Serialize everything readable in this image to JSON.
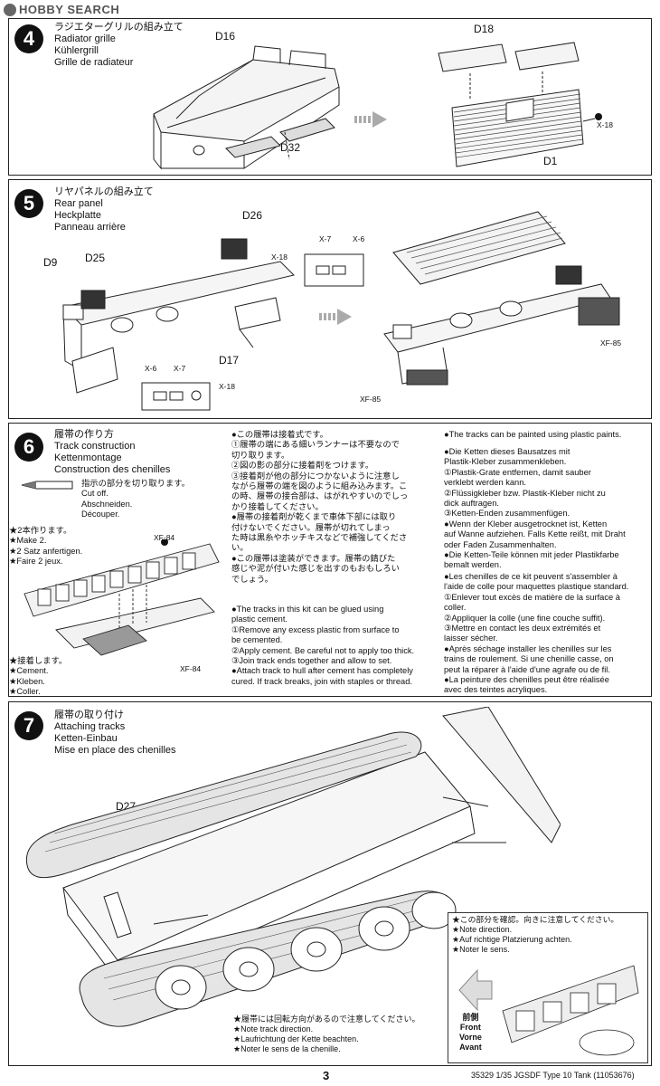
{
  "watermark": "HOBBY SEARCH",
  "step4": {
    "number": "4",
    "title_ja": "ラジエターグリルの組み立て",
    "title_en": "Radiator grille",
    "title_de": "Kühlergrill",
    "title_fr": "Grille de radiateur",
    "parts": {
      "d16": "D16",
      "d32": "D32",
      "d18": "D18",
      "d1": "D1",
      "x18": "X-18"
    }
  },
  "step5": {
    "number": "5",
    "title_ja": "リヤパネルの組み立て",
    "title_en": "Rear panel",
    "title_de": "Heckplatte",
    "title_fr": "Panneau arrière",
    "parts": {
      "d26": "D26",
      "d9": "D9",
      "d25": "D25",
      "d17": "D17",
      "x7a": "X-7",
      "x6a": "X-6",
      "x18a": "X-18",
      "x6b": "X-6",
      "x7b": "X-7",
      "x18b": "X-18",
      "xf85a": "XF-85",
      "xf85b": "XF-85"
    }
  },
  "step6": {
    "number": "6",
    "title_ja": "履帯の作り方",
    "title_en": "Track construction",
    "title_de": "Kettenmontage",
    "title_fr": "Construction des chenilles",
    "cut_ja": "指示の部分を切り取ります。",
    "cut_en": "Cut off.",
    "cut_de": "Abschneiden.",
    "cut_fr": "Découper.",
    "make_ja": "★2本作ります。",
    "make_en": "★Make 2.",
    "make_de": "★2 Satz anfertigen.",
    "make_fr": "★Faire 2 jeux.",
    "cement_ja": "★接着します。",
    "cement_en": "★Cement.",
    "cement_de": "★Kleben.",
    "cement_fr": "★Coller.",
    "xf84a": "XF-84",
    "xf84b": "XF-84",
    "col_ja": [
      "●この履帯は接着式です。",
      "①履帯の端にある細いランナーは不要なので",
      "切り取ります。",
      "②図の影の部分に接着剤をつけます。",
      "③接着剤が他の部分につかないように注意し",
      "ながら履帯の端を図のように組み込みます。こ",
      "の時、履帯の接合部は、はがれやすいのでしっ",
      "かり接着してください。",
      "●履帯の接着剤が乾くまで車体下部には取り",
      "付けないでください。履帯が切れてしまっ",
      "た時は黒糸やホッチキスなどで補強してくださ",
      "い。",
      "●この履帯は塗装ができます。履帯の錆びた",
      "感じや泥が付いた感じを出すのもおもしろい",
      "でしょう。"
    ],
    "col_en": [
      "●The tracks in this kit can be glued using",
      "plastic cement.",
      "①Remove any excess plastic from surface to",
      "be cemented.",
      "②Apply cement. Be careful not to apply too thick.",
      "③Join track ends together and allow to set.",
      "●Attach track to hull after cement has completely",
      "cured. If track breaks, join with staples or thread."
    ],
    "col_en_top": "●The tracks can be painted using plastic paints.",
    "col_de": [
      "●Die Ketten dieses Bausatzes mit",
      "Plastik-Kleber zusammenkleben.",
      "①Plastik-Grate entfernen, damit sauber",
      "verklebt werden kann.",
      "②Flüssigkleber bzw. Plastik-Kleber nicht zu",
      "dick auftragen.",
      "③Ketten-Enden zusammenfügen.",
      "●Wenn der Kleber ausgetrocknet ist, Ketten",
      "auf Wanne aufziehen. Falls Kette reißt, mit Draht",
      "oder Faden Zusammenhalten.",
      "●Die Ketten-Teile können mit jeder Plastikfarbe",
      "bemalt werden."
    ],
    "col_fr": [
      "●Les chenilles de ce kit peuvent s'assembler à",
      "l'aide de colle pour maquettes plastique standard.",
      "①Enlever tout excès de matière de la surface à",
      "coller.",
      "②Appliquer la colle (une fine couche suffit).",
      "③Mettre en contact les deux extrémités et",
      "laisser sécher.",
      "●Après séchage installer les chenilles sur les",
      "trains de roulement. Si une chenille casse, on",
      "peut la réparer à l'aide d'une agrafe ou de fil.",
      "●La peinture des chenilles peut être réalisée",
      "avec des teintes acryliques."
    ]
  },
  "step7": {
    "number": "7",
    "title_ja": "履帯の取り付け",
    "title_en": "Attaching tracks",
    "title_de": "Ketten-Einbau",
    "title_fr": "Mise en place des chenilles",
    "d27": "D27",
    "note_ja": "★この部分を確認。向きに注意してください。",
    "note_en": "★Note direction.",
    "note_de": "★Auf richtige Platzierung achten.",
    "note_fr": "★Noter le sens.",
    "front_ja": "前側",
    "front_en": "Front",
    "front_de": "Vorne",
    "front_fr": "Avant",
    "dir_ja": "★履帯には回転方向があるので注意してください。",
    "dir_en": "★Note track direction.",
    "dir_de": "★Laufrichtung der Kette beachten.",
    "dir_fr": "★Noter le sens de la chenille."
  },
  "footer": {
    "page": "3",
    "code": "35329  1/35 JGSDF Type 10 Tank (11053676)"
  }
}
